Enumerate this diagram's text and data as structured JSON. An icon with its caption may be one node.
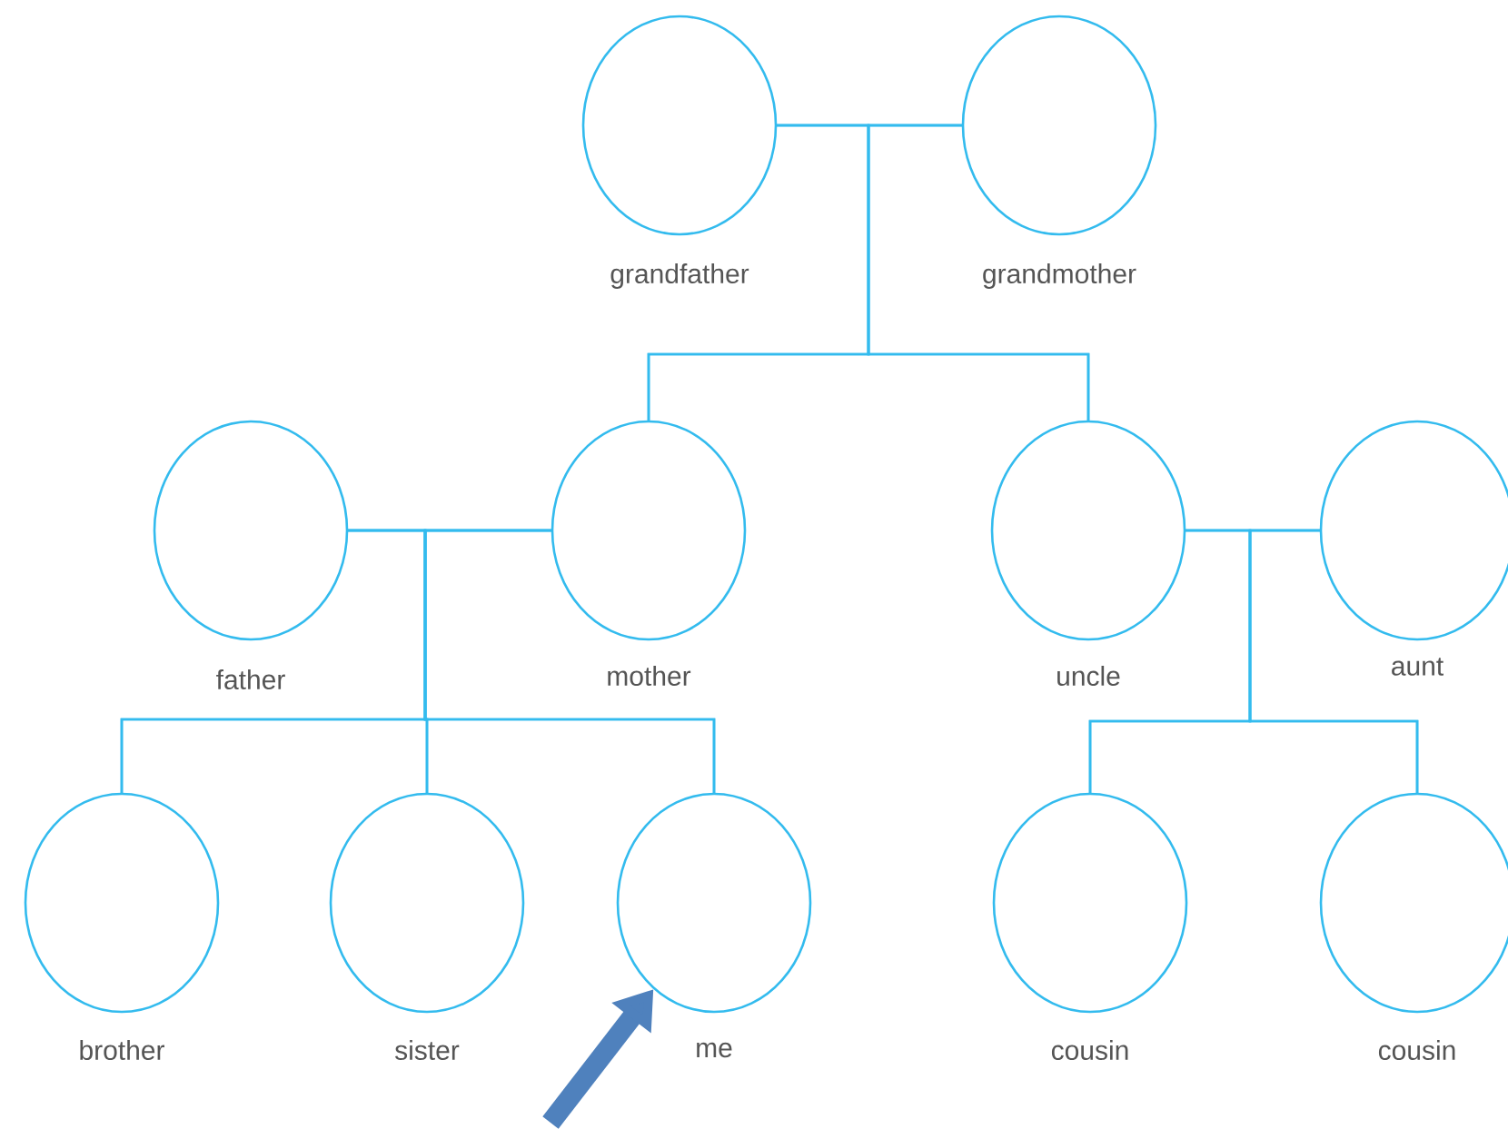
{
  "diagram": {
    "nodes": [
      {
        "text": [
          "grandfather"
        ]
      },
      {
        "text": [
          "grandmother"
        ]
      },
      {
        "text": [
          "father"
        ]
      },
      {
        "text": [
          "mother"
        ]
      },
      {
        "text": [
          "uncle"
        ]
      },
      {
        "text": [
          "aunt"
        ]
      },
      {
        "text": [
          "brother"
        ]
      },
      {
        "text": [
          "sister"
        ]
      },
      {
        "text": [
          "me"
        ]
      },
      {
        "text": [
          "cousin"
        ]
      },
      {
        "text": [
          "cousin"
        ]
      }
    ],
    "edges": [
      {
        "from": 0,
        "to": 1,
        "arrow": "none"
      },
      {
        "from": 0,
        "to": 3,
        "arrow": "none"
      },
      {
        "from": 1,
        "to": 3,
        "arrow": "none"
      },
      {
        "from": 0,
        "to": 4,
        "arrow": "none"
      },
      {
        "from": 1,
        "to": 4,
        "arrow": "none"
      },
      {
        "from": 2,
        "to": 3,
        "arrow": "none"
      },
      {
        "from": 2,
        "to": 6,
        "arrow": "none"
      },
      {
        "from": 3,
        "to": 6,
        "arrow": "none"
      },
      {
        "from": 2,
        "to": 7,
        "arrow": "none"
      },
      {
        "from": 3,
        "to": 7,
        "arrow": "none"
      },
      {
        "from": 2,
        "to": 8,
        "arrow": "none"
      },
      {
        "from": 3,
        "to": 8,
        "arrow": "none"
      },
      {
        "from": 4,
        "to": 5,
        "arrow": "none"
      },
      {
        "from": 4,
        "to": 9,
        "arrow": "none"
      },
      {
        "from": 5,
        "to": 9,
        "arrow": "none"
      },
      {
        "from": 4,
        "to": 10,
        "arrow": "none"
      },
      {
        "from": 5,
        "to": 10,
        "arrow": "none"
      },
      {
        "from": null,
        "to": 8,
        "arrow": "to",
        "style": "thick",
        "color": "#4f81bd"
      }
    ]
  }
}
